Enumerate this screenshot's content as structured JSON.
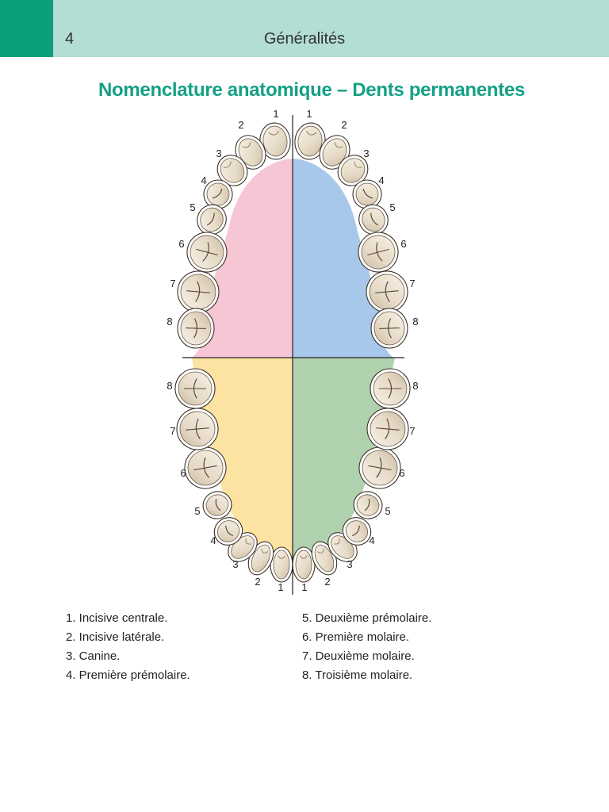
{
  "header": {
    "page_number": "4",
    "running_head": "Généralités"
  },
  "title": "Nomenclature anatomique – Dents permanentes",
  "diagram": {
    "quadrant_colors": {
      "upper_left": "#f6c6d5",
      "upper_right": "#a7c8ea",
      "lower_left": "#fde3a1",
      "lower_right": "#b0d1ad"
    },
    "tooth_numbers": [
      "1",
      "2",
      "3",
      "4",
      "5",
      "6",
      "7",
      "8"
    ]
  },
  "legend": {
    "left": [
      "1. Incisive centrale.",
      "2. Incisive latérale.",
      "3. Canine.",
      "4. Première prémolaire."
    ],
    "right": [
      "5. Deuxième prémolaire.",
      "6. Première molaire.",
      "7. Deuxième molaire.",
      "8. Troisième molaire."
    ]
  }
}
